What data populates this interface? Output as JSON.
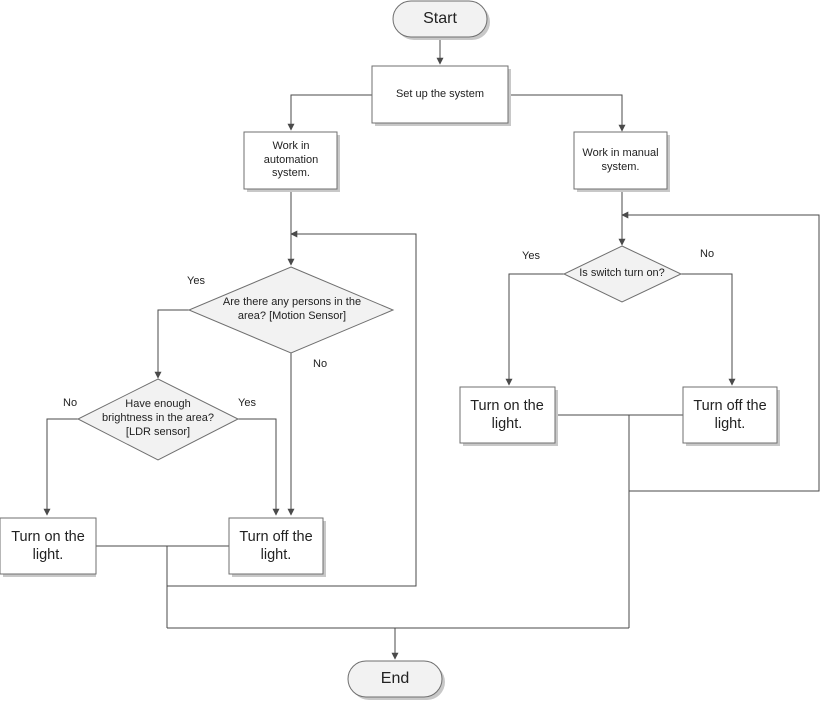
{
  "diagram": {
    "nodes": {
      "start": "Start",
      "setup": "Set up the system",
      "auto": "Work in automation system.",
      "manual": "Work in manual system.",
      "q_persons": "Are there any persons in the area? [Motion Sensor]",
      "q_bright": "Have enough brightness in the area? [LDR sensor]",
      "q_switch": "Is switch turn on?",
      "auto_on": "Turn on the light.",
      "auto_off": "Turn off the light.",
      "man_on": "Turn on the light.",
      "man_off": "Turn off the light.",
      "end": "End"
    },
    "edge_labels": {
      "persons_yes": "Yes",
      "persons_no": "No",
      "bright_no": "No",
      "bright_yes": "Yes",
      "switch_yes": "Yes",
      "switch_no": "No"
    }
  }
}
